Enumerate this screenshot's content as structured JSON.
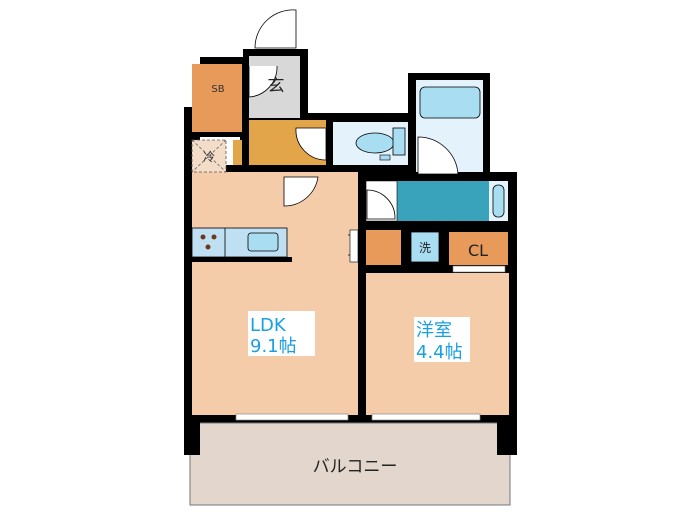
{
  "floorplan": {
    "rooms": {
      "ldk": {
        "name": "LDK",
        "size": "9.1帖"
      },
      "western_room": {
        "name": "洋室",
        "size": "4.4帖"
      },
      "balcony": {
        "name": "バルコニー"
      },
      "entrance": {
        "name": "玄"
      },
      "shoe_box": {
        "name": "SB"
      },
      "fridge": {
        "name": "冷"
      },
      "washer": {
        "name": "洗"
      },
      "closet": {
        "name": "CL"
      }
    },
    "colors": {
      "room_floor": "#F5CCAA",
      "storage": "#E89A5A",
      "hallway": "#E3A54A",
      "entrance": "#D8D8D8",
      "water_area": "#E3F2FB",
      "fixture": "#A9DDF2",
      "washroom": "#3AA3BC",
      "balcony": "#E2D6CD",
      "wall": "#000000",
      "label_text": "#1AA0E0"
    }
  }
}
